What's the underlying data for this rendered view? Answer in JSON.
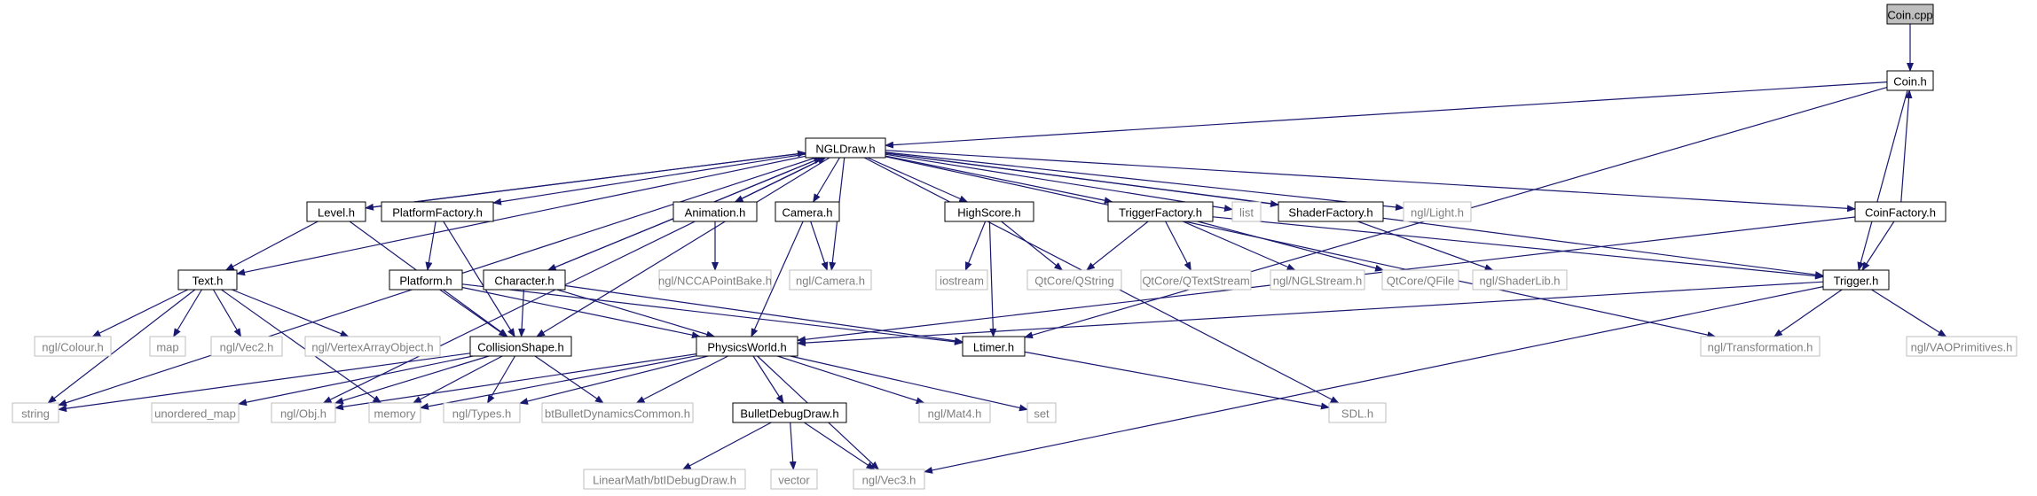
{
  "diagram": {
    "type": "include-dependency-graph",
    "colors": {
      "edge": "#191970",
      "normal_border": "#000000",
      "external_border": "#bfbfbf",
      "external_text": "#7f7f7f",
      "root_fill": "#bfbfbf",
      "text": "#000000"
    },
    "nodes": {
      "coin_cpp": {
        "label": "Coin.cpp",
        "kind": "root"
      },
      "coin_h": {
        "label": "Coin.h",
        "kind": "file"
      },
      "ngldraw_h": {
        "label": "NGLDraw.h",
        "kind": "file"
      },
      "level_h": {
        "label": "Level.h",
        "kind": "file"
      },
      "platformfactory_h": {
        "label": "PlatformFactory.h",
        "kind": "file"
      },
      "animation_h": {
        "label": "Animation.h",
        "kind": "file"
      },
      "camera_h": {
        "label": "Camera.h",
        "kind": "file"
      },
      "highscore_h": {
        "label": "HighScore.h",
        "kind": "file"
      },
      "triggerfactory_h": {
        "label": "TriggerFactory.h",
        "kind": "file"
      },
      "list": {
        "label": "list",
        "kind": "external"
      },
      "shaderfactory_h": {
        "label": "ShaderFactory.h",
        "kind": "file"
      },
      "ngl_light_h": {
        "label": "ngl/Light.h",
        "kind": "external"
      },
      "coinfactory_h": {
        "label": "CoinFactory.h",
        "kind": "file"
      },
      "text_h": {
        "label": "Text.h",
        "kind": "file"
      },
      "platform_h": {
        "label": "Platform.h",
        "kind": "file"
      },
      "character_h": {
        "label": "Character.h",
        "kind": "file"
      },
      "ngl_nccapointbake_h": {
        "label": "ngl/NCCAPointBake.h",
        "kind": "external"
      },
      "ngl_camera_h": {
        "label": "ngl/Camera.h",
        "kind": "external"
      },
      "iostream": {
        "label": "iostream",
        "kind": "external"
      },
      "qtcore_qstring": {
        "label": "QtCore/QString",
        "kind": "external"
      },
      "qtcore_qtextstream": {
        "label": "QtCore/QTextStream",
        "kind": "external"
      },
      "ngl_nglstream_h": {
        "label": "ngl/NGLStream.h",
        "kind": "external"
      },
      "qtcore_qfile": {
        "label": "QtCore/QFile",
        "kind": "external"
      },
      "ngl_shaderlib_h": {
        "label": "ngl/ShaderLib.h",
        "kind": "external"
      },
      "trigger_h": {
        "label": "Trigger.h",
        "kind": "file"
      },
      "ngl_colour_h": {
        "label": "ngl/Colour.h",
        "kind": "external"
      },
      "map": {
        "label": "map",
        "kind": "external"
      },
      "ngl_vec2_h": {
        "label": "ngl/Vec2.h",
        "kind": "external"
      },
      "ngl_vertexarrayobject_h": {
        "label": "ngl/VertexArrayObject.h",
        "kind": "external"
      },
      "collisionshape_h": {
        "label": "CollisionShape.h",
        "kind": "file"
      },
      "physicsworld_h": {
        "label": "PhysicsWorld.h",
        "kind": "file"
      },
      "ltimer_h": {
        "label": "Ltimer.h",
        "kind": "file"
      },
      "ngl_transformation_h": {
        "label": "ngl/Transformation.h",
        "kind": "external"
      },
      "ngl_vaoprimitives_h": {
        "label": "ngl/VAOPrimitives.h",
        "kind": "external"
      },
      "string": {
        "label": "string",
        "kind": "external"
      },
      "unordered_map": {
        "label": "unordered_map",
        "kind": "external"
      },
      "ngl_obj_h": {
        "label": "ngl/Obj.h",
        "kind": "external"
      },
      "memory": {
        "label": "memory",
        "kind": "external"
      },
      "ngl_types_h": {
        "label": "ngl/Types.h",
        "kind": "external"
      },
      "btbulletdynamicscommon_h": {
        "label": "btBulletDynamicsCommon.h",
        "kind": "external"
      },
      "bulletdebugdraw_h": {
        "label": "BulletDebugDraw.h",
        "kind": "file"
      },
      "ngl_mat4_h": {
        "label": "ngl/Mat4.h",
        "kind": "external"
      },
      "set": {
        "label": "set",
        "kind": "external"
      },
      "sdl_h": {
        "label": "SDL.h",
        "kind": "external"
      },
      "linearmath_btidebugdraw_h": {
        "label": "LinearMath/btIDebugDraw.h",
        "kind": "external"
      },
      "vector": {
        "label": "vector",
        "kind": "external"
      },
      "ngl_vec3_h": {
        "label": "ngl/Vec3.h",
        "kind": "external"
      }
    },
    "edges": [
      [
        "coin_cpp",
        "coin_h"
      ],
      [
        "coin_h",
        "ngldraw_h"
      ],
      [
        "coin_h",
        "trigger_h"
      ],
      [
        "coin_h",
        "ltimer_h"
      ],
      [
        "ngldraw_h",
        "level_h"
      ],
      [
        "ngldraw_h",
        "platformfactory_h"
      ],
      [
        "ngldraw_h",
        "animation_h"
      ],
      [
        "ngldraw_h",
        "camera_h"
      ],
      [
        "ngldraw_h",
        "highscore_h"
      ],
      [
        "ngldraw_h",
        "triggerfactory_h"
      ],
      [
        "ngldraw_h",
        "list"
      ],
      [
        "ngldraw_h",
        "shaderfactory_h"
      ],
      [
        "ngldraw_h",
        "ngl_light_h"
      ],
      [
        "ngldraw_h",
        "coinfactory_h"
      ],
      [
        "ngldraw_h",
        "text_h"
      ],
      [
        "ngldraw_h",
        "character_h"
      ],
      [
        "ngldraw_h",
        "ngl_camera_h"
      ],
      [
        "ngldraw_h",
        "trigger_h"
      ],
      [
        "ngldraw_h",
        "ngl_transformation_h"
      ],
      [
        "ngldraw_h",
        "sdl_h"
      ],
      [
        "ngldraw_h",
        "ngl_obj_h"
      ],
      [
        "ngldraw_h",
        "string"
      ],
      [
        "ngldraw_h",
        "collisionshape_h"
      ],
      [
        "level_h",
        "ngldraw_h"
      ],
      [
        "level_h",
        "text_h"
      ],
      [
        "level_h",
        "collisionshape_h"
      ],
      [
        "animation_h",
        "ngldraw_h"
      ],
      [
        "animation_h",
        "ngl_nccapointbake_h"
      ],
      [
        "character_h",
        "ngldraw_h"
      ],
      [
        "character_h",
        "collisionshape_h"
      ],
      [
        "character_h",
        "physicsworld_h"
      ],
      [
        "character_h",
        "ltimer_h"
      ],
      [
        "coinfactory_h",
        "coin_h"
      ],
      [
        "coinfactory_h",
        "trigger_h"
      ],
      [
        "coinfactory_h",
        "physicsworld_h"
      ],
      [
        "platformfactory_h",
        "platform_h"
      ],
      [
        "platformfactory_h",
        "collisionshape_h"
      ],
      [
        "platform_h",
        "collisionshape_h"
      ],
      [
        "platform_h",
        "physicsworld_h"
      ],
      [
        "platform_h",
        "ltimer_h"
      ],
      [
        "camera_h",
        "ngl_camera_h"
      ],
      [
        "camera_h",
        "physicsworld_h"
      ],
      [
        "highscore_h",
        "iostream"
      ],
      [
        "highscore_h",
        "qtcore_qstring"
      ],
      [
        "highscore_h",
        "ltimer_h"
      ],
      [
        "triggerfactory_h",
        "qtcore_qstring"
      ],
      [
        "triggerfactory_h",
        "qtcore_qtextstream"
      ],
      [
        "triggerfactory_h",
        "ngl_nglstream_h"
      ],
      [
        "triggerfactory_h",
        "qtcore_qfile"
      ],
      [
        "triggerfactory_h",
        "trigger_h"
      ],
      [
        "shaderfactory_h",
        "ngl_shaderlib_h"
      ],
      [
        "trigger_h",
        "physicsworld_h"
      ],
      [
        "trigger_h",
        "ngl_transformation_h"
      ],
      [
        "trigger_h",
        "ngl_vaoprimitives_h"
      ],
      [
        "trigger_h",
        "ngl_vec3_h"
      ],
      [
        "text_h",
        "ngl_colour_h"
      ],
      [
        "text_h",
        "map"
      ],
      [
        "text_h",
        "ngl_vec2_h"
      ],
      [
        "text_h",
        "ngl_vertexarrayobject_h"
      ],
      [
        "text_h",
        "string"
      ],
      [
        "text_h",
        "memory"
      ],
      [
        "collisionshape_h",
        "string"
      ],
      [
        "collisionshape_h",
        "unordered_map"
      ],
      [
        "collisionshape_h",
        "ngl_obj_h"
      ],
      [
        "collisionshape_h",
        "memory"
      ],
      [
        "collisionshape_h",
        "ngl_types_h"
      ],
      [
        "collisionshape_h",
        "btbulletdynamicscommon_h"
      ],
      [
        "physicsworld_h",
        "ngl_obj_h"
      ],
      [
        "physicsworld_h",
        "memory"
      ],
      [
        "physicsworld_h",
        "ngl_types_h"
      ],
      [
        "physicsworld_h",
        "btbulletdynamicscommon_h"
      ],
      [
        "physicsworld_h",
        "bulletdebugdraw_h"
      ],
      [
        "physicsworld_h",
        "ngl_mat4_h"
      ],
      [
        "physicsworld_h",
        "set"
      ],
      [
        "physicsworld_h",
        "ngl_vec3_h"
      ],
      [
        "ltimer_h",
        "sdl_h"
      ],
      [
        "bulletdebugdraw_h",
        "linearmath_btidebugdraw_h"
      ],
      [
        "bulletdebugdraw_h",
        "vector"
      ],
      [
        "bulletdebugdraw_h",
        "ngl_vec3_h"
      ]
    ]
  }
}
